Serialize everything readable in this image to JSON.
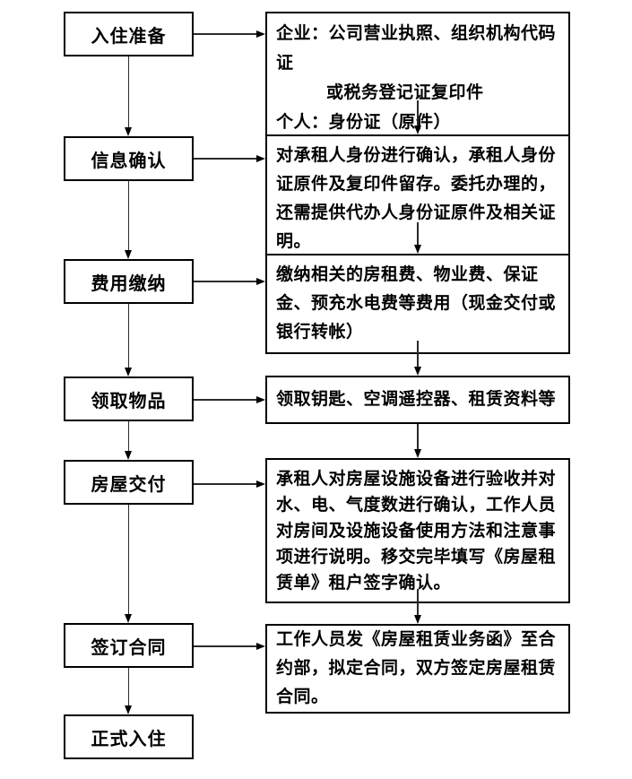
{
  "diagram": {
    "type": "flowchart",
    "language": "zh-CN",
    "topic": "房屋租赁入住流程",
    "colors": {
      "background": "#ffffff",
      "box_border": "#000000",
      "text": "#000000",
      "connector": "#2b2b2b"
    },
    "steps": [
      {
        "label": "入住准备",
        "note_lines": [
          "企业：公司营业执照、组织机构代码证",
          "或税务登记证复印件",
          "个人：身份证（原件）"
        ]
      },
      {
        "label": "信息确认",
        "note": "对承租人身份进行确认，承租人身份证原件及复印件留存。委托办理的，还需提供代办人身份证原件及相关证明。"
      },
      {
        "label": "费用缴纳",
        "note": "缴纳相关的房租费、物业费、保证金、预充水电费等费用（现金交付或银行转帐）"
      },
      {
        "label": "领取物品",
        "note": "领取钥匙、空调遥控器、租赁资料等"
      },
      {
        "label": "房屋交付",
        "note": "承租人对房屋设施设备进行验收并对水、电、气度数进行确认，工作人员对房间及设施设备使用方法和注意事项进行说明。移交完毕填写《房屋租赁单》租户签字确认。"
      },
      {
        "label": "签订合同",
        "note": "工作人员发《房屋租赁业务函》至合约部，拟定合同，双方签定房屋租赁合同。"
      },
      {
        "label": "正式入住"
      }
    ]
  }
}
